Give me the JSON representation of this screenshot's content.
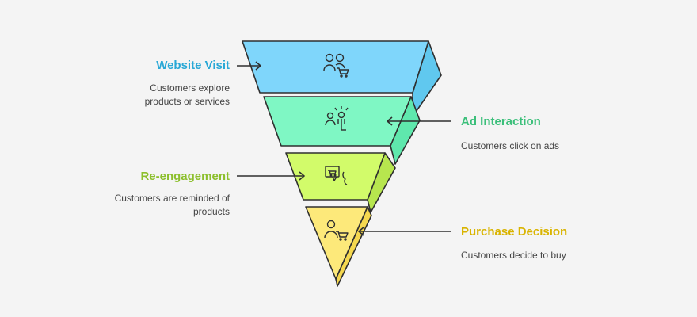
{
  "stages": [
    {
      "title": "Website Visit",
      "description": "Customers explore products or services",
      "desc_lines": [
        "Customers explore",
        "products or services"
      ],
      "color": "#29a8d6",
      "fill": "#7fd6fb",
      "icon": "users-cart-icon"
    },
    {
      "title": "Ad Interaction",
      "description": "Customers click on ads",
      "desc_lines": [
        "Customers click on ads"
      ],
      "color": "#3bbf7a",
      "fill": "#7ff7c4",
      "icon": "click-ad-icon"
    },
    {
      "title": "Re-engagement",
      "description": "Customers are reminded of products",
      "desc_lines": [
        "Customers are reminded of",
        "products"
      ],
      "color": "#8cbf2c",
      "fill": "#d2fb6a",
      "icon": "reminder-icon"
    },
    {
      "title": "Purchase Decision",
      "description": "Customers decide to buy",
      "desc_lines": [
        "Customers decide to buy"
      ],
      "color": "#d9b400",
      "fill": "#fde97a",
      "icon": "buyer-cart-icon"
    }
  ]
}
